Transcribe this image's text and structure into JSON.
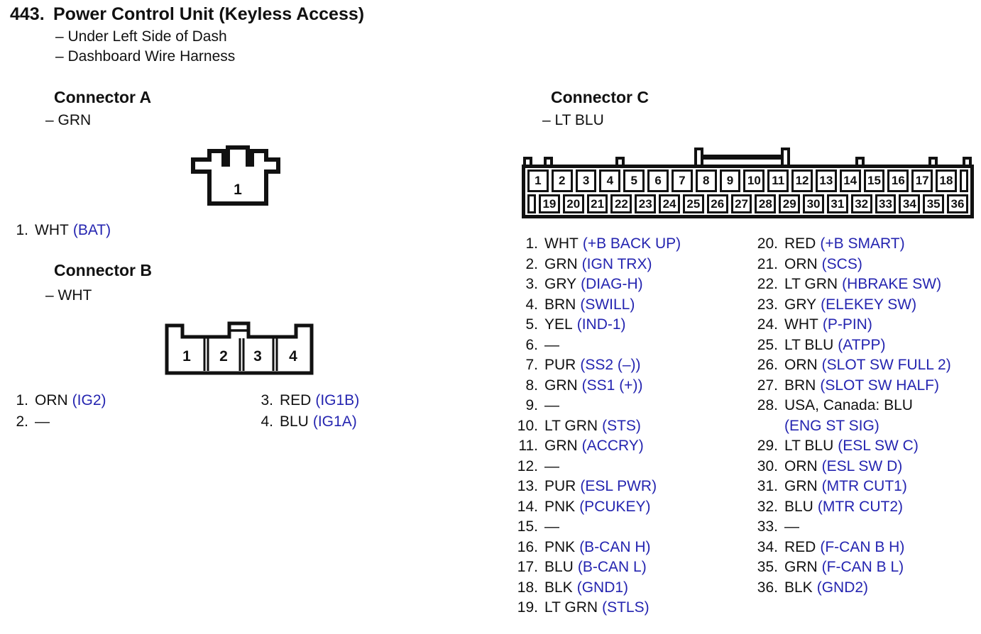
{
  "page": {
    "number": "443.",
    "title": "Power Control Unit (Keyless Access)",
    "location_lines": [
      "– Under Left Side of Dash",
      "– Dashboard Wire Harness"
    ]
  },
  "colors": {
    "signal_blue": "#2424b0",
    "line_black": "#111111",
    "background": "#ffffff"
  },
  "connector_a": {
    "heading": "Connector A",
    "color_line": "– GRN",
    "cells": [
      "1"
    ],
    "pins": [
      {
        "num": "1.",
        "wire": "WHT",
        "signal": "(BAT)"
      }
    ]
  },
  "connector_b": {
    "heading": "Connector B",
    "color_line": "– WHT",
    "cells": [
      "1",
      "2",
      "3",
      "4"
    ],
    "pins_left": [
      {
        "num": "1.",
        "wire": "ORN",
        "signal": "(IG2)"
      },
      {
        "num": "2.",
        "wire": "—",
        "signal": ""
      }
    ],
    "pins_right": [
      {
        "num": "3.",
        "wire": "RED",
        "signal": "(IG1B)"
      },
      {
        "num": "4.",
        "wire": "BLU",
        "signal": "(IG1A)"
      }
    ]
  },
  "connector_c": {
    "heading": "Connector C",
    "color_line": "– LT BLU",
    "top_cells": [
      "1",
      "2",
      "3",
      "4",
      "5",
      "6",
      "7",
      "8",
      "9",
      "10",
      "11",
      "12",
      "13",
      "14",
      "15",
      "16",
      "17",
      "18"
    ],
    "bottom_cells": [
      "19",
      "20",
      "21",
      "22",
      "23",
      "24",
      "25",
      "26",
      "27",
      "28",
      "29",
      "30",
      "31",
      "32",
      "33",
      "34",
      "35",
      "36"
    ],
    "pins_left": [
      {
        "num": "1.",
        "wire": "WHT",
        "signal": "(+B BACK UP)"
      },
      {
        "num": "2.",
        "wire": "GRN",
        "signal": "(IGN TRX)"
      },
      {
        "num": "3.",
        "wire": "GRY",
        "signal": "(DIAG-H)"
      },
      {
        "num": "4.",
        "wire": "BRN",
        "signal": "(SWILL)"
      },
      {
        "num": "5.",
        "wire": "YEL",
        "signal": "(IND-1)"
      },
      {
        "num": "6.",
        "wire": "—",
        "signal": ""
      },
      {
        "num": "7.",
        "wire": "PUR",
        "signal": "(SS2 (–))"
      },
      {
        "num": "8.",
        "wire": "GRN",
        "signal": "(SS1 (+))"
      },
      {
        "num": "9.",
        "wire": "—",
        "signal": ""
      },
      {
        "num": "10.",
        "wire": "LT GRN",
        "signal": "(STS)"
      },
      {
        "num": "11.",
        "wire": "GRN",
        "signal": "(ACCRY)"
      },
      {
        "num": "12.",
        "wire": "—",
        "signal": ""
      },
      {
        "num": "13.",
        "wire": "PUR",
        "signal": "(ESL PWR)"
      },
      {
        "num": "14.",
        "wire": "PNK",
        "signal": "(PCUKEY)"
      },
      {
        "num": "15.",
        "wire": "—",
        "signal": ""
      },
      {
        "num": "16.",
        "wire": "PNK",
        "signal": "(B-CAN H)"
      },
      {
        "num": "17.",
        "wire": "BLU",
        "signal": "(B-CAN L)"
      },
      {
        "num": "18.",
        "wire": "BLK",
        "signal": "(GND1)"
      },
      {
        "num": "19.",
        "wire": "LT GRN",
        "signal": "(STLS)"
      }
    ],
    "pins_right": [
      {
        "num": "20.",
        "wire": "RED",
        "signal": "(+B SMART)"
      },
      {
        "num": "21.",
        "wire": "ORN",
        "signal": "(SCS)"
      },
      {
        "num": "22.",
        "wire": "LT GRN",
        "signal": "(HBRAKE SW)"
      },
      {
        "num": "23.",
        "wire": "GRY",
        "signal": "(ELEKEY SW)"
      },
      {
        "num": "24.",
        "wire": "WHT",
        "signal": "(P-PIN)"
      },
      {
        "num": "25.",
        "wire": "LT BLU",
        "signal": "(ATPP)"
      },
      {
        "num": "26.",
        "wire": "ORN",
        "signal": "(SLOT SW FULL 2)"
      },
      {
        "num": "27.",
        "wire": "BRN",
        "signal": "(SLOT SW HALF)"
      },
      {
        "num": "28.",
        "wire": "USA, Canada: BLU",
        "signal": "",
        "signal2": "(ENG ST SIG)"
      },
      {
        "num": "29.",
        "wire": "LT BLU",
        "signal": "(ESL SW C)"
      },
      {
        "num": "30.",
        "wire": "ORN",
        "signal": "(ESL SW D)"
      },
      {
        "num": "31.",
        "wire": "GRN",
        "signal": "(MTR CUT1)"
      },
      {
        "num": "32.",
        "wire": "BLU",
        "signal": "(MTR CUT2)"
      },
      {
        "num": "33.",
        "wire": "—",
        "signal": ""
      },
      {
        "num": "34.",
        "wire": "RED",
        "signal": "(F-CAN B H)"
      },
      {
        "num": "35.",
        "wire": "GRN",
        "signal": "(F-CAN B L)"
      },
      {
        "num": "36.",
        "wire": "BLK",
        "signal": "(GND2)"
      }
    ]
  }
}
